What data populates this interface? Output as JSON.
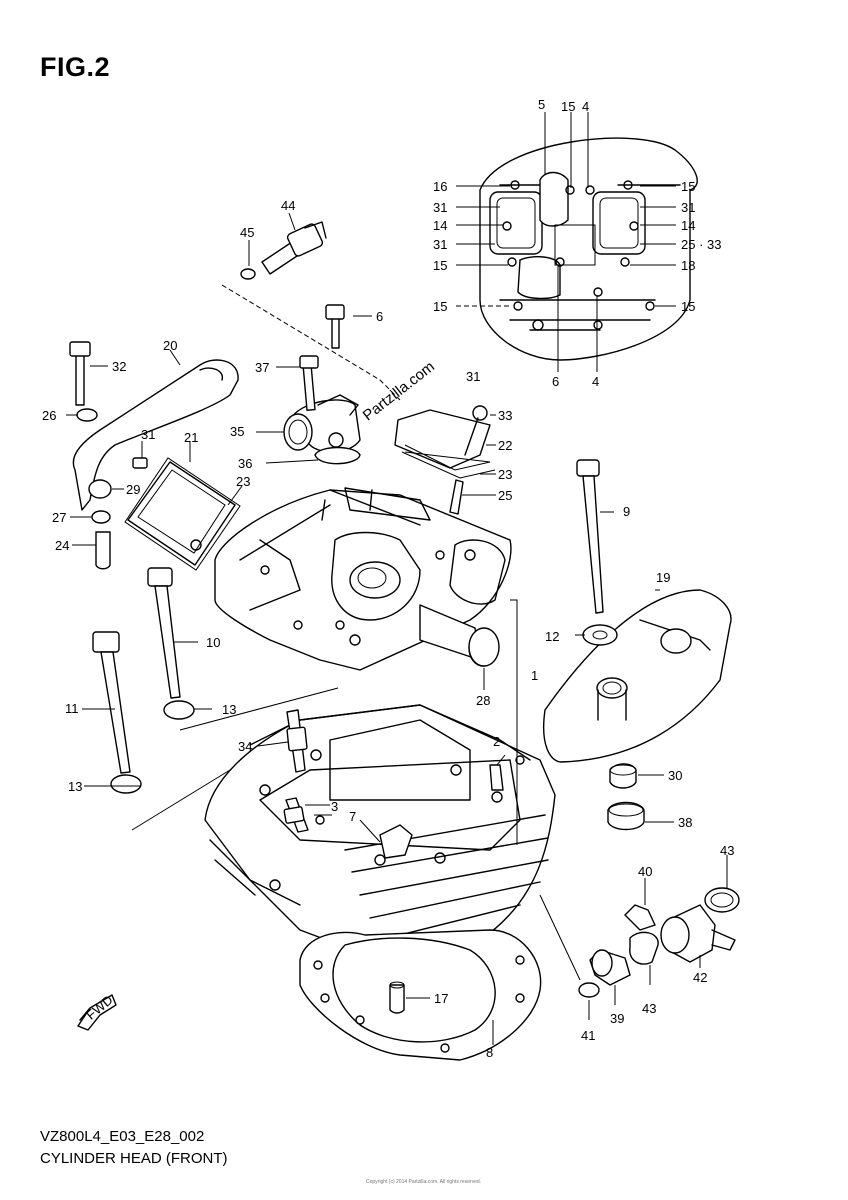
{
  "figure": {
    "title": "FIG.2",
    "model_code": "VZ800L4_E03_E28_002",
    "caption": "CYLINDER HEAD (FRONT)",
    "watermark": "Partzilla.com",
    "copyright": "Copyright (c) 2014 Partzilla.com. All rights reserved."
  },
  "callouts": {
    "c5": "5",
    "c15a": "15",
    "c4a": "4",
    "c16": "16",
    "c15b": "15",
    "c31a": "31",
    "c31b": "31",
    "c14a": "14",
    "c14b": "14",
    "c31c": "31",
    "c25_33": "25 · 33",
    "c15c": "15",
    "c18": "18",
    "c15d": "15",
    "c15e": "15",
    "c6a": "6",
    "c4b": "4",
    "c44": "44",
    "c45": "45",
    "c6b": "6",
    "c20": "20",
    "c32": "32",
    "c37": "37",
    "c31d": "31",
    "c26": "26",
    "c31e": "31",
    "c21": "21",
    "c35": "35",
    "c33": "33",
    "c22": "22",
    "c36": "36",
    "c23a": "23",
    "c23b": "23",
    "c29": "29",
    "c25": "25",
    "c27": "27",
    "c24": "24",
    "c9": "9",
    "c19": "19",
    "c12": "12",
    "c10": "10",
    "c1": "1",
    "c28": "28",
    "c11": "11",
    "c13a": "13",
    "c2": "2",
    "c34": "34",
    "c13b": "13",
    "c3": "3",
    "c7": "7",
    "c30": "30",
    "c38": "38",
    "c43a": "43",
    "c40": "40",
    "c42": "42",
    "c43b": "43",
    "c41": "41",
    "c39": "39",
    "c17": "17",
    "c8": "8"
  },
  "icons": {
    "front_arrow": "front-direction-arrow-icon"
  }
}
